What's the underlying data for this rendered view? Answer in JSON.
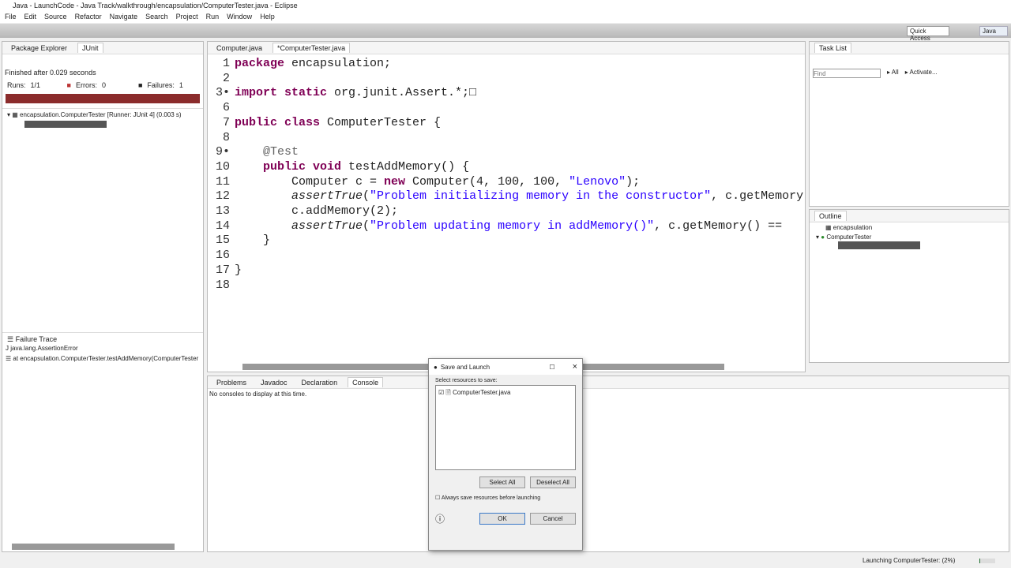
{
  "window": {
    "title": "Java - LaunchCode - Java Track/walkthrough/encapsulation/ComputerTester.java - Eclipse"
  },
  "menu": [
    "File",
    "Edit",
    "Source",
    "Refactor",
    "Navigate",
    "Search",
    "Project",
    "Run",
    "Window",
    "Help"
  ],
  "quick_access": "Quick Access",
  "perspective": "Java",
  "left": {
    "tabs": [
      "Package Explorer",
      "JUnit"
    ],
    "finished": "Finished after 0.029 seconds",
    "runs_label": "Runs:",
    "runs": "1/1",
    "errors_label": "Errors:",
    "errors": "0",
    "failures_label": "Failures:",
    "failures": "1",
    "bar_color": "#8b2c2c",
    "tree_root": "encapsulation.ComputerTester [Runner: JUnit 4] (0.003 s)",
    "failure_trace_title": "Failure Trace",
    "trace": [
      "java.lang.AssertionError",
      "at encapsulation.ComputerTester.testAddMemory(ComputerTester"
    ]
  },
  "editor": {
    "tabs": [
      "Computer.java",
      "*ComputerTester.java"
    ],
    "lines": [
      {
        "n": "1",
        "html": "<span class='kw'>package</span> encapsulation;"
      },
      {
        "n": "2",
        "html": ""
      },
      {
        "n": "3•",
        "html": "<span class='kw'>import static</span> org.junit.Assert.*;□"
      },
      {
        "n": "6",
        "html": ""
      },
      {
        "n": "7",
        "html": "<span class='kw'>public class</span> ComputerTester {"
      },
      {
        "n": "8",
        "html": ""
      },
      {
        "n": "9•",
        "html": "    <span style='color:#646464'>@Test</span>"
      },
      {
        "n": "10",
        "html": "    <span class='kw'>public void</span> testAddMemory() {"
      },
      {
        "n": "11",
        "html": "        Computer c = <span class='kw'>new</span> Computer(4, 100, 100, <span class='str'>\"Lenovo\"</span>);"
      },
      {
        "n": "12",
        "html": "        <i>assertTrue</i>(<span class='str'>\"Problem initializing memory in the constructor\"</span>, c.getMemory"
      },
      {
        "n": "13",
        "html": "        c.addMemory(2);"
      },
      {
        "n": "14",
        "html": "        <i>assertTrue</i>(<span class='str'>\"Problem updating memory in addMemory()\"</span>, c.getMemory() =="
      },
      {
        "n": "15",
        "html": "    }"
      },
      {
        "n": "16",
        "html": ""
      },
      {
        "n": "17",
        "html": "}"
      },
      {
        "n": "18",
        "html": ""
      }
    ]
  },
  "dialog": {
    "title": "Save and Launch",
    "prompt": "Select resources to save:",
    "item": "ComputerTester.java",
    "select_all": "Select All",
    "deselect_all": "Deselect All",
    "always_save": "Always save resources before launching",
    "ok": "OK",
    "cancel": "Cancel"
  },
  "tasklist": {
    "title": "Task List",
    "find_placeholder": "Find",
    "all": "All",
    "activate": "Activate..."
  },
  "outline": {
    "title": "Outline",
    "items": [
      "encapsulation",
      "ComputerTester"
    ]
  },
  "bottom": {
    "tabs": [
      "Problems",
      "Javadoc",
      "Declaration",
      "Console"
    ],
    "message": "No consoles to display at this time."
  },
  "status": {
    "launching": "Launching ComputerTester: (2%)",
    "progress": 0.02
  }
}
